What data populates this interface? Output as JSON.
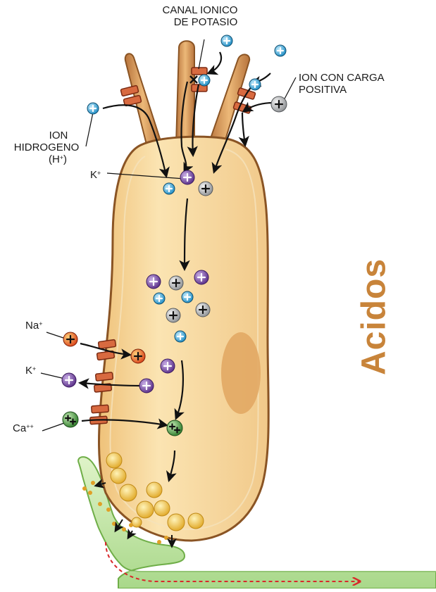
{
  "title": "Acidos",
  "labels": {
    "canal_line1": "CANAL IONICO",
    "canal_line2": "DE POTASIO",
    "ion_pos_line1": "ION CON CARGA",
    "ion_pos_line2": "POSITIVA",
    "ion_h_line1": "ION",
    "ion_h_line2": "HIDROGENO",
    "ion_h_line3_pre": "(H",
    "ion_h_line3_sup": "+",
    "ion_h_line3_post": ")",
    "k_top": "K",
    "k_top_sup": "+",
    "na": "Na",
    "na_sup": "+",
    "k_side": "K",
    "k_side_sup": "+",
    "ca": "Ca",
    "ca_sup": "++"
  },
  "colors": {
    "title": "#c8843a",
    "hydrogen_ion": "#3aa6d8",
    "positive_ion": "#b9bbbd",
    "potassium_ion": "#7a4fa8",
    "sodium_ion": "#e2601f",
    "calcium_ion": "#4d9a45",
    "cell_fill": "#f6d9a0",
    "microvilli": "#d99a58",
    "channel": "#d86a40",
    "nerve_fiber": "#a8d878",
    "vesicle": "#f3c23a",
    "signal_arrow": "#d8282b"
  },
  "icons": [
    "hydrogen-ion-icon",
    "positive-ion-icon",
    "potassium-ion-icon",
    "sodium-ion-icon",
    "calcium-ion-icon",
    "ion-channel-icon",
    "blocked-channel-icon"
  ]
}
